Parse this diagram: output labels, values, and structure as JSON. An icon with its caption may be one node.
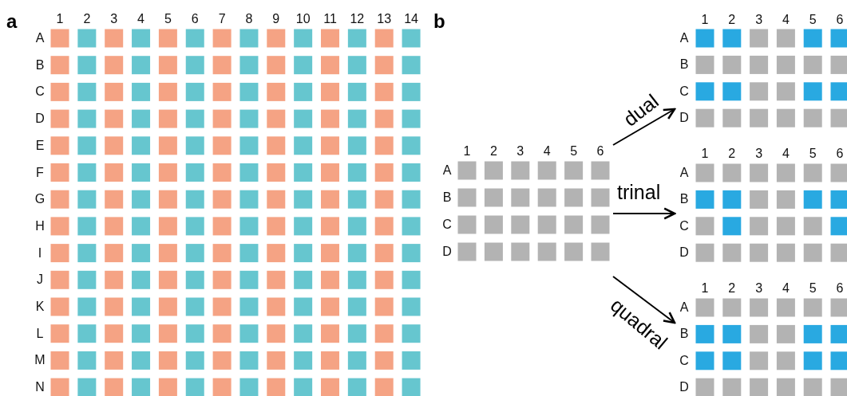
{
  "diagram": {
    "nodes": [
      {
        "text": [
          "1",
          "2",
          "3",
          "4",
          "5",
          "6",
          "7",
          "8",
          "9",
          "10",
          "11",
          "12",
          "13",
          "14",
          "A",
          "B",
          "C",
          "D",
          "E",
          "F",
          "G",
          "H",
          "I",
          "J",
          "K",
          "L",
          "M",
          "N"
        ]
      },
      {
        "text": [
          "1",
          "2",
          "3",
          "4",
          "5",
          "6",
          "A",
          "B",
          "C",
          "D"
        ]
      },
      {
        "text": [
          "1",
          "2",
          "3",
          "4",
          "5",
          "6",
          "A",
          "B",
          "C",
          "D"
        ]
      },
      {
        "text": [
          "1",
          "2",
          "3",
          "4",
          "5",
          "6",
          "A",
          "B",
          "C",
          "D"
        ]
      },
      {
        "text": [
          "1",
          "2",
          "3",
          "4",
          "5",
          "6",
          "A",
          "B",
          "C",
          "D"
        ]
      }
    ],
    "edges": [
      {
        "from": 1,
        "to": 2,
        "arrow": "to",
        "label": "dual"
      },
      {
        "from": 1,
        "to": 3,
        "arrow": "to",
        "label": "trinal"
      },
      {
        "from": 1,
        "to": 4,
        "arrow": "to",
        "label": "quadral"
      }
    ],
    "labels": [
      "a",
      "b"
    ]
  }
}
